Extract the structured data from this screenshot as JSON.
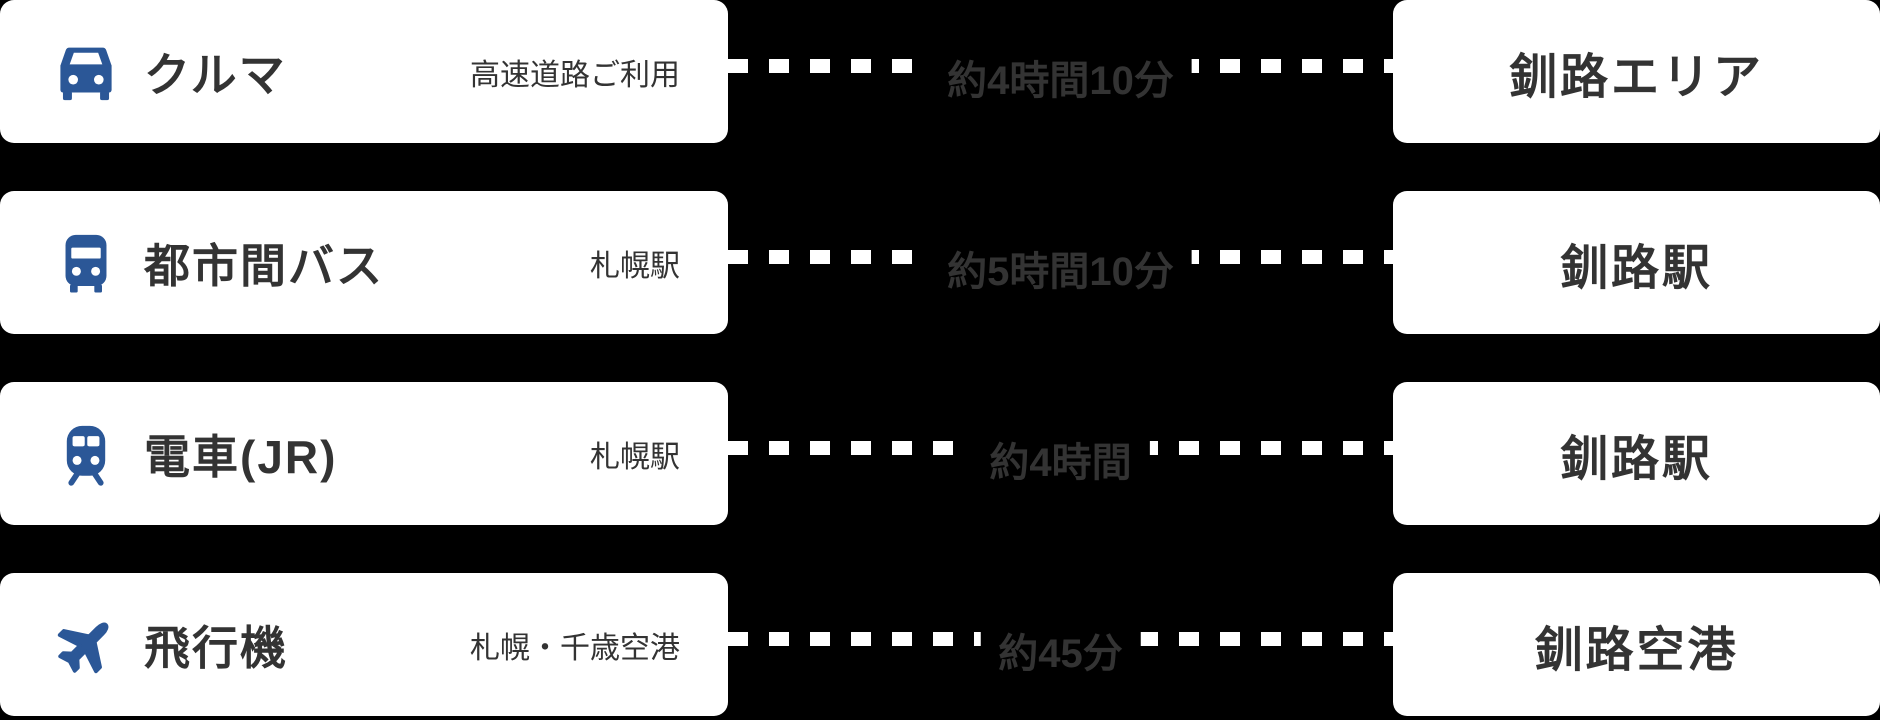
{
  "theme": {
    "background": "#000000",
    "card_bg": "#ffffff",
    "accent_blue": "#2b5797",
    "text_dark": "#333333",
    "dash_color": "#ffffff"
  },
  "rows": [
    {
      "icon": "car-icon",
      "mode": "クルマ",
      "origin_note": "高速道路ご利用",
      "duration": "約4時間10分",
      "destination": "釧路エリア"
    },
    {
      "icon": "bus-icon",
      "mode": "都市間バス",
      "origin_note": "札幌駅",
      "duration": "約5時間10分",
      "destination": "釧路駅"
    },
    {
      "icon": "train-icon",
      "mode": "電車(JR)",
      "origin_note": "札幌駅",
      "duration": "約4時間",
      "destination": "釧路駅"
    },
    {
      "icon": "plane-icon",
      "mode": "飛行機",
      "origin_note": "札幌・千歳空港",
      "duration": "約45分",
      "destination": "釧路空港"
    }
  ]
}
